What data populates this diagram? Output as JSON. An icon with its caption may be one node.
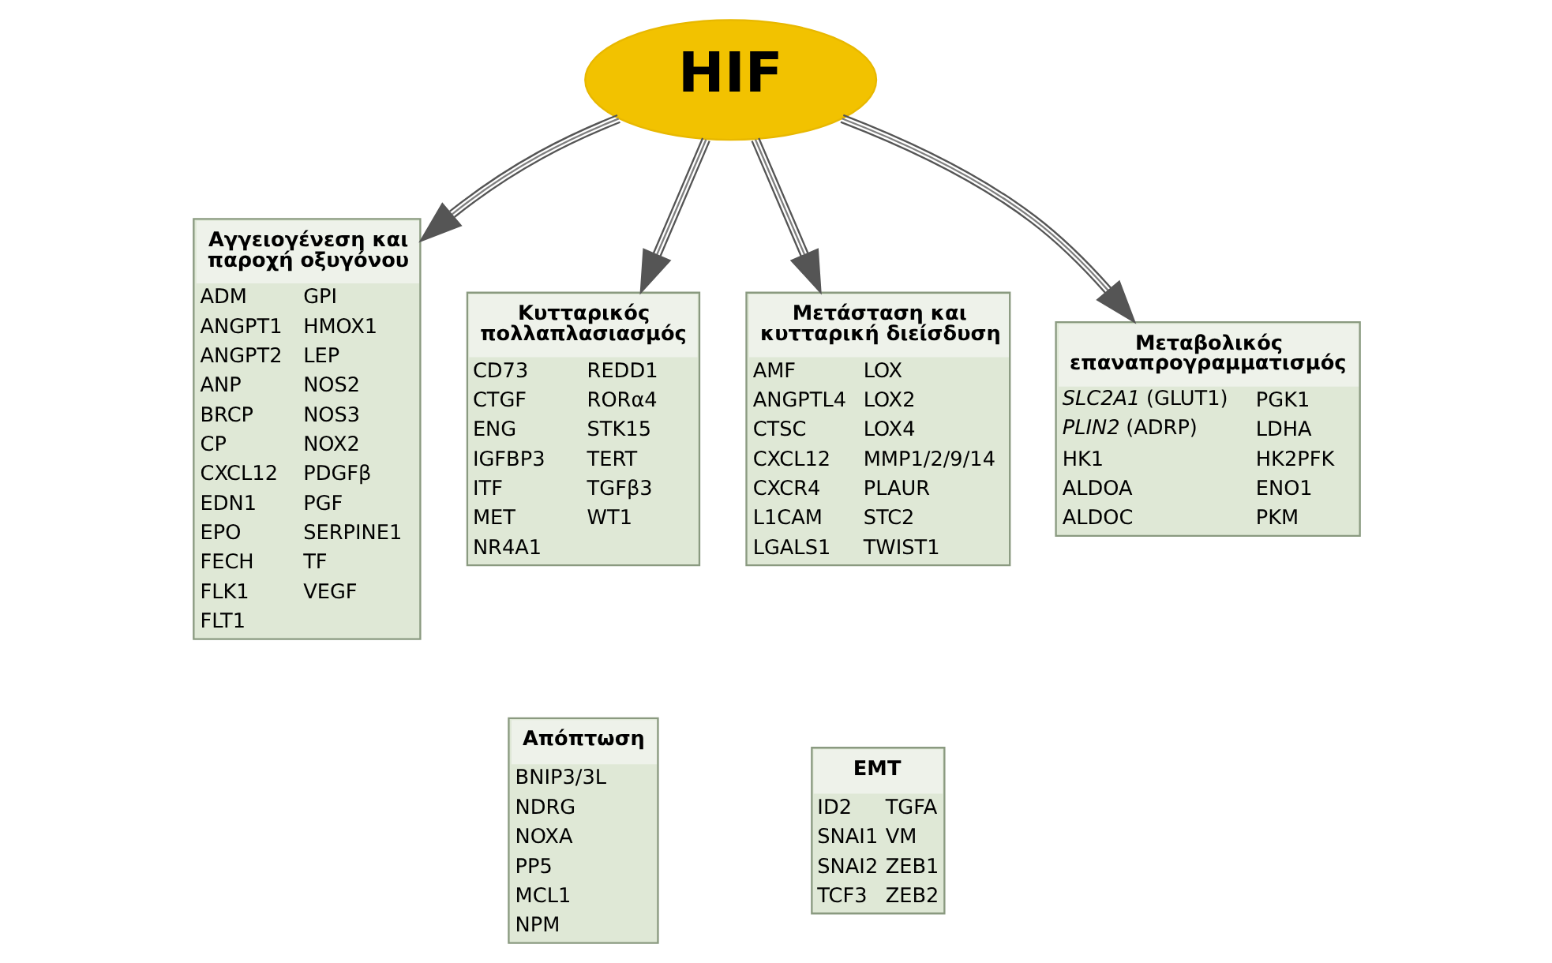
{
  "diagram": {
    "nodes": [
      {
        "text": [
          "HIF"
        ]
      },
      {
        "text": [
          "Αγγειογένεση και παροχή οξυγόνου",
          "ADM",
          "GPI",
          "ANGPT1",
          "HMOX1",
          "ANGPT2",
          "LEP",
          "ANP",
          "NOS2",
          "BRCP",
          "NOS3",
          "CP",
          "NOX2",
          "CXCL12",
          "PDGFβ",
          "EDN1",
          "PGF",
          "EPO",
          "SERPINE1",
          "FECH",
          "TF",
          "FLK1",
          "VEGF",
          "FLT1"
        ]
      },
      {
        "text": [
          "Κυτταρικός πολλαπλασιασμός",
          "CD73",
          "REDD1",
          "CTGF",
          "RORα4",
          "ENG",
          "STK15",
          "IGFBP3",
          "TERT",
          "ITF",
          "TGFβ3",
          "MET",
          "WT1",
          "NR4A1"
        ]
      },
      {
        "text": [
          "Μετάσταση και κυτταρική διείσδυση",
          "AMF",
          "LOX",
          "ANGPTL4",
          "LOX2",
          "CTSC",
          "LOX4",
          "CXCL12",
          "MMP1/2/9/14",
          "CXCR4",
          "PLAUR",
          "L1CAM",
          "STC2",
          "LGALS1",
          "TWIST1"
        ]
      },
      {
        "text": [
          "Μεταβολικός επαναπρογραμματισμός",
          "*SLC2A1* (GLUT1)",
          "PGK1",
          "*PLIN2* (ADRP)",
          "LDHA",
          "HK1",
          "HK2PFK",
          "ALDOA",
          "ENO1",
          "ALDOC",
          "PKM"
        ]
      },
      {
        "text": [
          "Απόπτωση",
          "BNIP3/3L",
          "NDRG",
          "NOXA",
          "PP5",
          "MCL1",
          "NPM"
        ]
      },
      {
        "text": [
          "EMT",
          "ID2",
          "TGFA",
          "SNAI1",
          "VM",
          "SNAI2",
          "ZEB1",
          "TCF3",
          "ZEB2"
        ]
      }
    ],
    "edges": [
      {
        "from": 0,
        "to": 1,
        "arrow": "to"
      },
      {
        "from": 0,
        "to": 2,
        "arrow": "to"
      },
      {
        "from": 0,
        "to": 3,
        "arrow": "to"
      },
      {
        "from": 0,
        "to": 4,
        "arrow": "to"
      }
    ]
  }
}
